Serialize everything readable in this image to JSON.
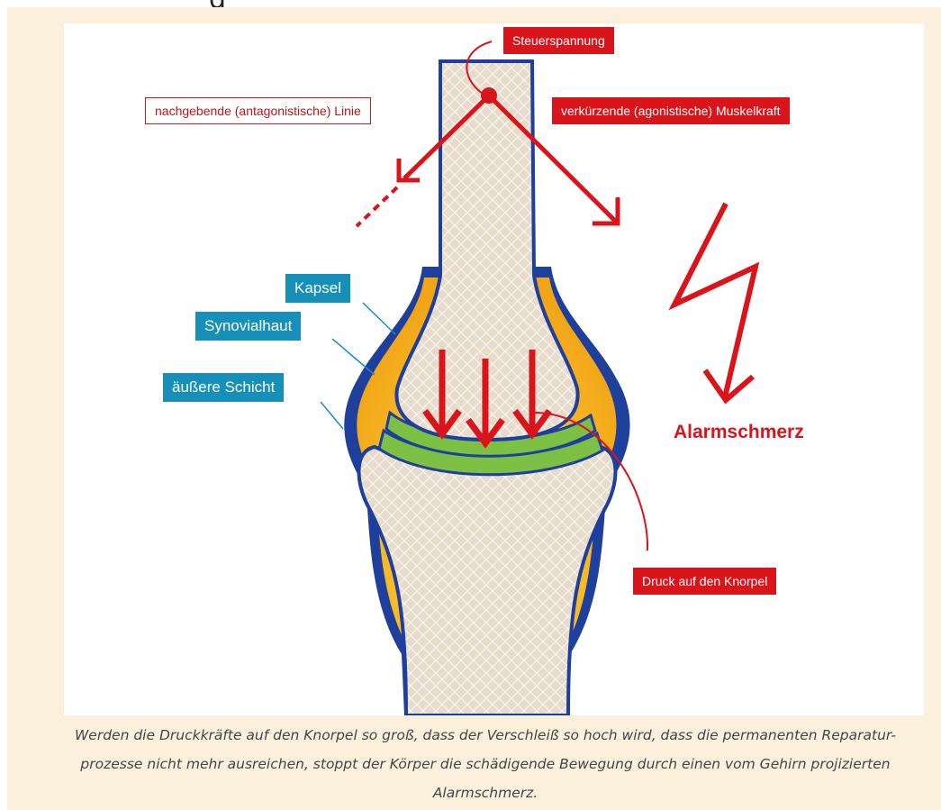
{
  "heading_fragment": "g",
  "labels": {
    "control_voltage": "Steuerspannung",
    "yielding_line": "nachgebende (antagonistische) Linie",
    "shortening_force": "verkürzende (agonistische) Muskelkraft",
    "capsule": "Kapsel",
    "synovial": "Synovialhaut",
    "outer_layer": "äußere Schicht",
    "alarm_pain": "Alarmschmerz",
    "cartilage_pressure": "Druck auf den Knorpel"
  },
  "caption": {
    "line1": "Werden die Druckkräfte auf den Knorpel so groß, dass der Verschleiß so hoch wird, dass die permanenten Reparatur-",
    "line2": "prozesse nicht mehr ausreichen, stoppt der Körper die schädigende Bewegung durch einen vom Gehirn projizierten",
    "line3": "Alarmschmerz."
  },
  "colors": {
    "frame_bg": "#fbf0dc",
    "alert_red": "#d9151b",
    "label_blue": "#1690b8",
    "bone_fill": "#e7dccb",
    "capsule_outline": "#1f3f9c",
    "synovial_yellow": "#f6b71c",
    "cartilage_green": "#7dc043"
  }
}
